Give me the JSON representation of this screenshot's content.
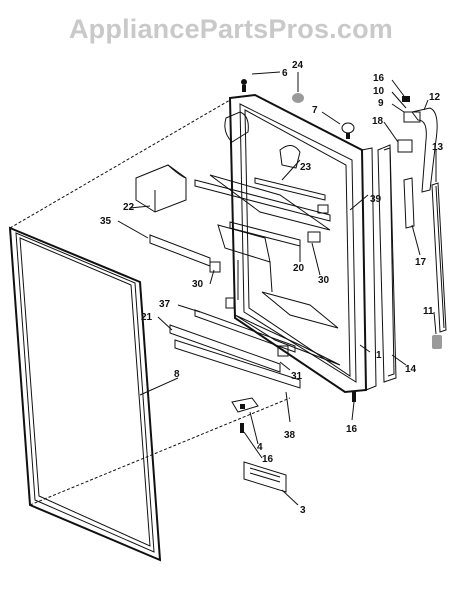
{
  "watermark": "AppliancePartsPros.com",
  "callouts": {
    "c1": "1",
    "c3": "3",
    "c4": "4",
    "c6": "6",
    "c7": "7",
    "c8": "8",
    "c9": "9",
    "c10": "10",
    "c11": "11",
    "c12": "12",
    "c13": "13",
    "c14": "14",
    "c16a": "16",
    "c16b": "16",
    "c16c": "16",
    "c17": "17",
    "c18": "18",
    "c20": "20",
    "c21": "21",
    "c22": "22",
    "c23": "23",
    "c24": "24",
    "c30a": "30",
    "c30b": "30",
    "c31": "31",
    "c35": "35",
    "c37": "37",
    "c38": "38",
    "c39": "39"
  }
}
